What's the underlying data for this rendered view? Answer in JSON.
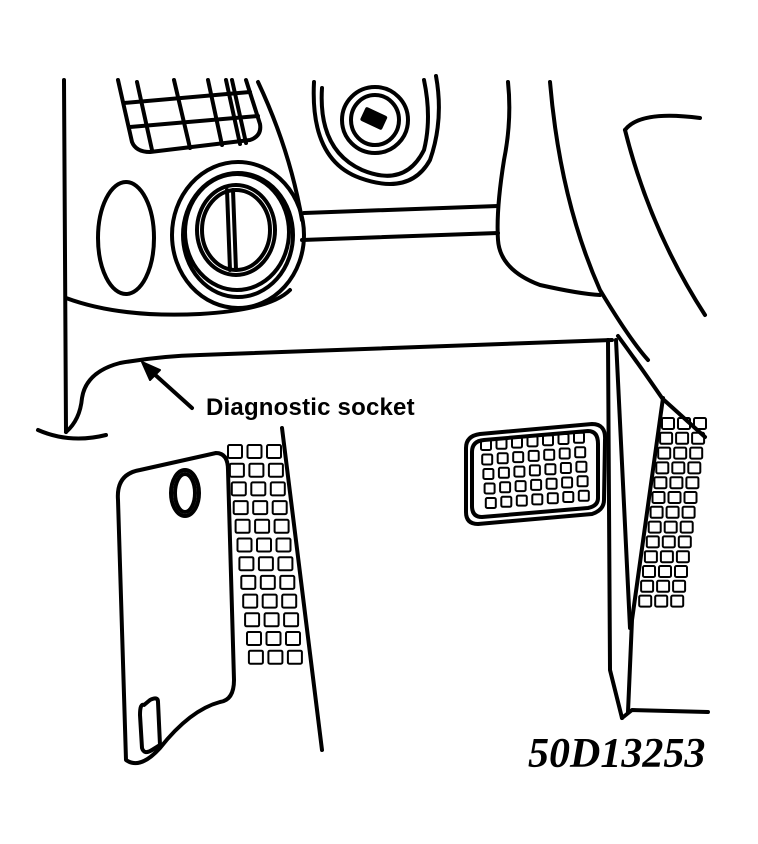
{
  "diagram": {
    "subject": "Driver-side lower dashboard with pedal and lower trim panel",
    "callout_label": "Diagnostic socket",
    "figure_id": "50D13253",
    "line_color": "#000000",
    "background_color": "#ffffff",
    "components": [
      {
        "name": "air-vent-grille"
      },
      {
        "name": "ignition-key-cylinder"
      },
      {
        "name": "round-knob"
      },
      {
        "name": "oval-switch-blank"
      },
      {
        "name": "steering-column-shroud"
      },
      {
        "name": "lower-dash-edge"
      },
      {
        "name": "diagnostic-socket-location"
      },
      {
        "name": "lower-trim-cover-panel"
      },
      {
        "name": "carpet-textured-area-left"
      },
      {
        "name": "brake-pedal-pad"
      },
      {
        "name": "carpet-textured-area-right"
      }
    ]
  }
}
